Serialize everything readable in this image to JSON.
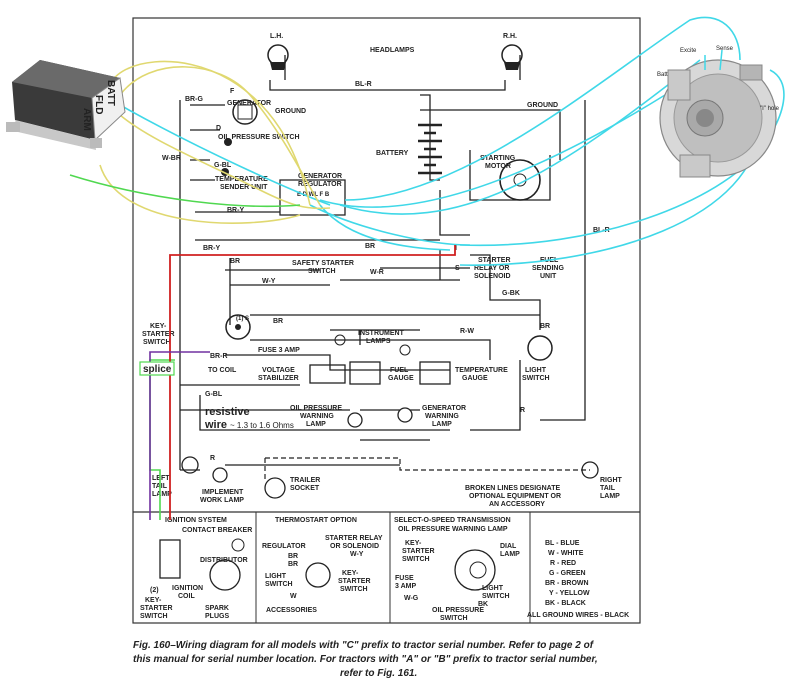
{
  "labels": {
    "headlamps": "HEADLAMPS",
    "lh": "L.H.",
    "rh": "R.H.",
    "bl_r": "BL-R",
    "ground1": "GROUND",
    "ground2": "GROUND",
    "br_g": "BR-G",
    "f": "F",
    "generator": "GENERATOR",
    "d": "D",
    "oil_pressure_switch": "OIL PRESSURE SWITCH",
    "w_br": "W-BR",
    "g_bl1": "G-BL",
    "temp_sender1": "TEMPERATURE",
    "temp_sender2": "SENDER UNIT",
    "gen_reg1": "GENERATOR",
    "gen_reg2": "REGULATOR",
    "reg_terms": "E  D  WL  F  B",
    "br_y1": "BR-Y",
    "br_y2": "BR-Y",
    "battery": "BATTERY",
    "starting_motor1": "STARTING",
    "starting_motor2": "MOTOR",
    "bl_r2": "BL-R",
    "br1": "BR",
    "br2": "BR",
    "br3": "BR",
    "br4": "BR",
    "safety1": "SAFETY STARTER",
    "safety2": "SWITCH",
    "w_r": "W-R",
    "i_term": "I",
    "s_term": "S",
    "relay1": "STARTER",
    "relay2": "RELAY OR",
    "relay3": "SOLENOID",
    "fuel_send1": "FUEL",
    "fuel_send2": "SENDING",
    "fuel_send3": "UNIT",
    "g_bk": "G-BK",
    "w_y": "W-Y",
    "key_sw1": "KEY-",
    "key_sw2": "STARTER",
    "key_sw3": "SWITCH",
    "key_terms": "(1) S",
    "r_w": "R-W",
    "inst1": "INSTRUMENT",
    "inst2": "LAMPS",
    "br_r": "BR-R",
    "fuse": "FUSE 3 AMP",
    "to_coil": "TO COIL",
    "volt1": "VOLTAGE",
    "volt2": "STABILIZER",
    "fuel_gauge1": "FUEL",
    "fuel_gauge2": "GAUGE",
    "temp_gauge1": "TEMPERATURE",
    "temp_gauge2": "GAUGE",
    "light_sw1": "LIGHT",
    "light_sw2": "SWITCH",
    "g_bl2": "G-BL",
    "oil_warn1": "OIL PRESSURE",
    "oil_warn2": "WARNING",
    "oil_warn3": "LAMP",
    "gen_warn1": "GENERATOR",
    "gen_warn2": "WARNING",
    "gen_warn3": "LAMP",
    "r1": "R",
    "r2": "R",
    "left_tail1": "LEFT",
    "left_tail2": "TAIL",
    "left_tail3": "LAMP",
    "implement1": "IMPLEMENT",
    "implement2": "WORK LAMP",
    "trailer1": "TRAILER",
    "trailer2": "SOCKET",
    "broken1": "BROKEN LINES DESIGNATE",
    "broken2": "OPTIONAL EQUIPMENT OR",
    "broken3": "AN ACCESSORY",
    "right_tail1": "RIGHT",
    "right_tail2": "TAIL",
    "right_tail3": "LAMP",
    "ign_sys": "IGNITION SYSTEM",
    "contact_breaker": "CONTACT BREAKER",
    "distributor": "DISTRIBUTOR",
    "ign_coil1": "IGNITION",
    "ign_coil2": "COIL",
    "key2_1": "KEY-",
    "key2_2": "STARTER",
    "key2_3": "SWITCH",
    "spark1": "SPARK",
    "spark2": "PLUGS",
    "num2": "(2)",
    "thermo": "THERMOSTART OPTION",
    "regulator": "REGULATOR",
    "relay2_1": "STARTER RELAY",
    "relay2_2": "OR SOLENOID",
    "light2_1": "LIGHT",
    "light2_2": "SWITCH",
    "key3_1": "KEY-",
    "key3_2": "STARTER",
    "key3_3": "SWITCH",
    "accessories": "ACCESSORIES",
    "br5": "BR",
    "br6": "BR",
    "w1": "W",
    "w_y2": "W-Y",
    "sos1": "SELECT-O-SPEED TRANSMISSION",
    "sos2": "OIL PRESSURE WARNING LAMP",
    "key4_1": "KEY-",
    "key4_2": "STARTER",
    "key4_3": "SWITCH",
    "dial1": "DIAL",
    "dial2": "LAMP",
    "light3_1": "LIGHT",
    "light3_2": "SWITCH",
    "fuse2_1": "FUSE",
    "fuse2_2": "3 AMP",
    "oil2_1": "OIL PRESSURE",
    "oil2_2": "SWITCH",
    "bk": "BK",
    "w_g": "W-G",
    "legend_bl": "BL - BLUE",
    "legend_w": "W - WHITE",
    "legend_r": "R - RED",
    "legend_g": "G - GREEN",
    "legend_br": "BR - BROWN",
    "legend_y": "Y - YELLOW",
    "legend_bk": "BK - BLACK",
    "legend_ground": "ALL GROUND WIRES - BLACK"
  },
  "annotations": {
    "batt": "BATT",
    "fld": "FLD",
    "arm": "ARM",
    "excite": "Excite",
    "sense": "Sense",
    "bat": "Batt",
    "i_hole": "\"I\" hole",
    "splice": "splice",
    "resistive1": "resistive",
    "resistive2": "wire",
    "ohms": "~ 1.3 to 1.6 Ohms"
  },
  "caption": {
    "line1": "Fig. 160–Wiring diagram for all models with \"C\" prefix to tractor serial number. Refer to page 2 of",
    "line2": "this manual for serial number location. For tractors with \"A\" or \"B\" prefix to tractor serial number,",
    "line3": "refer to Fig. 161."
  },
  "colors": {
    "ink": "#222222",
    "annot_cyan": "#40d8e8",
    "annot_yellow": "#e0d870",
    "annot_green": "#50d850",
    "annot_red": "#d02020",
    "annot_purple": "#7030a0"
  }
}
